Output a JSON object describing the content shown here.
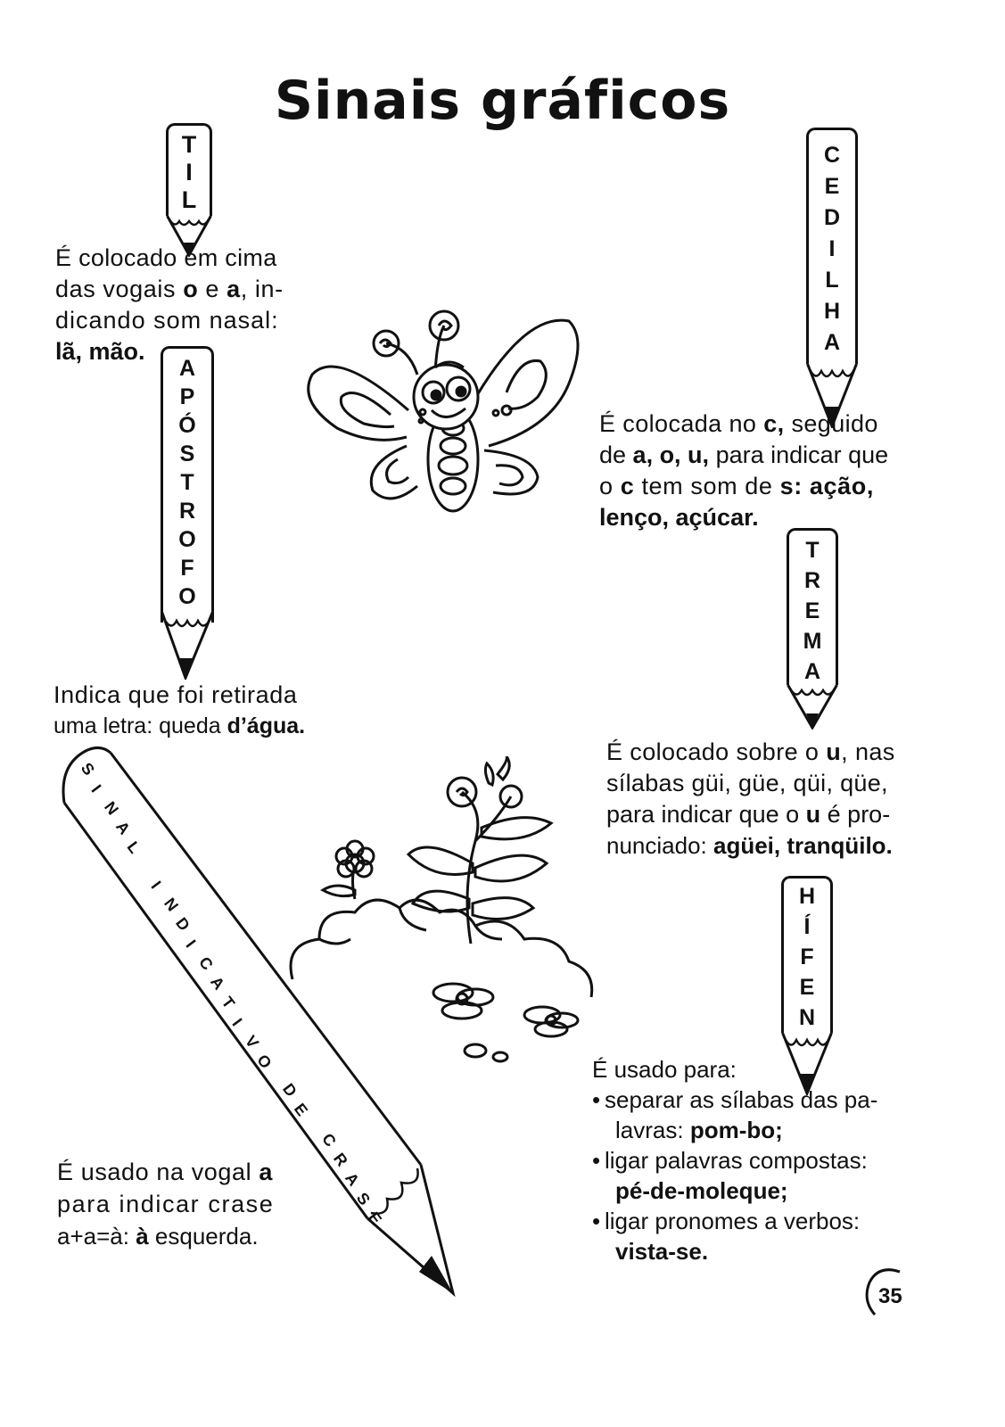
{
  "page": {
    "title": "Sinais gráficos",
    "page_number": "35"
  },
  "til": {
    "label": [
      "T",
      "I",
      "L"
    ],
    "text": {
      "l1": "É colocado em cima",
      "l2a": "das vogais ",
      "l2b": "o",
      "l2c": " e ",
      "l2d": "a",
      "l2e": ", in-",
      "l3": "dicando som nasal:",
      "l4": "lã, mão."
    }
  },
  "apostrofo": {
    "label": [
      "A",
      "P",
      "Ó",
      "S",
      "T",
      "R",
      "O",
      "F",
      "O"
    ],
    "text": {
      "l1": "Indica que foi retirada",
      "l2a": "uma letra: queda ",
      "l2b": "d’água."
    }
  },
  "cedilha": {
    "label": [
      "C",
      "E",
      "D",
      "I",
      "L",
      "H",
      "A"
    ],
    "text": {
      "l1a": "É colocada no ",
      "l1b": "c,",
      "l1c": " seguido",
      "l2a": "de ",
      "l2b": "a, o, u,",
      "l2c": " para indicar que",
      "l3a": "o ",
      "l3b": "c",
      "l3c": " tem som de ",
      "l3d": "s: ação,",
      "l4": "lenço, açúcar."
    }
  },
  "trema": {
    "label": [
      "T",
      "R",
      "E",
      "M",
      "A"
    ],
    "text": {
      "l1a": "É colocado sobre o ",
      "l1b": "u",
      "l1c": ", nas",
      "l2": "sílabas güi, güe, qüi, qüe,",
      "l3a": "para indicar que o ",
      "l3b": "u",
      "l3c": " é pro-",
      "l4a": "nunciado: ",
      "l4b": "agüei, tranqüilo."
    }
  },
  "hifen": {
    "label": [
      "H",
      "Í",
      "F",
      "E",
      "N"
    ],
    "text": {
      "intro": "É usado para:",
      "b1a": "separar as sílabas das pa-",
      "b1b": "lavras: ",
      "b1c": "pom-bo;",
      "b2a": "ligar palavras compostas:",
      "b2b": "pé-de-moleque;",
      "b3a": "ligar pronomes a verbos:",
      "b3b": "vista-se."
    }
  },
  "crase": {
    "label": [
      "S",
      "I",
      "N",
      "A",
      "L",
      "",
      "I",
      "N",
      "D",
      "I",
      "C",
      "A",
      "T",
      "I",
      "V",
      "O",
      "",
      "D",
      "E",
      "",
      "C",
      "R",
      "A",
      "S",
      "E"
    ],
    "text": {
      "l1a": "É usado na vogal ",
      "l1b": "a",
      "l2": "para indicar crase",
      "l3a": "a+a=à: ",
      "l3b": "à",
      "l3c": " esquerda."
    }
  }
}
